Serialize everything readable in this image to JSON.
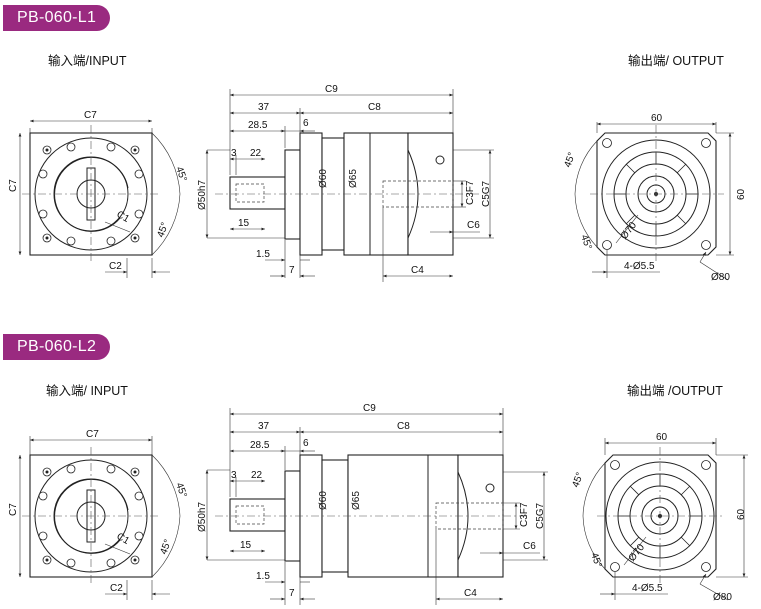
{
  "models": [
    {
      "title": "PB-060-L1",
      "input_caption": "输入端/INPUT",
      "output_caption": "输出端/ OUTPUT",
      "input_dims": {
        "c7_top": "C7",
        "c7_side": "C7",
        "c1": "C1",
        "c2": "C2",
        "angle_a": "45°",
        "angle_b": "45°"
      },
      "side_dims": {
        "c9": "C9",
        "d37": "37",
        "c8": "C8",
        "d28_5": "28.5",
        "d6": "6",
        "d3": "3",
        "d22": "22",
        "shaft_dia": "Ø50h7",
        "d15": "15",
        "bore": "Ø60",
        "body_dia": "Ø65",
        "c3": "C3F7",
        "c5": "C5G7",
        "c6": "C6",
        "d1_5": "1.5",
        "d7": "7",
        "c4": "C4"
      },
      "output_dims": {
        "d60_top": "60",
        "d60_side": "60",
        "angle_a": "45°",
        "angle_b": "45°",
        "d70": "Ø70",
        "holes": "4-Ø5.5",
        "d80": "Ø80"
      }
    },
    {
      "title": "PB-060-L2",
      "input_caption": "输入端/ INPUT",
      "output_caption": "输出端 /OUTPUT",
      "input_dims": {
        "c7_top": "C7",
        "c7_side": "C7",
        "c1": "C1",
        "c2": "C2",
        "angle_a": "45°",
        "angle_b": "45°"
      },
      "side_dims": {
        "c9": "C9",
        "d37": "37",
        "c8": "C8",
        "d28_5": "28.5",
        "d6": "6",
        "d3": "3",
        "d22": "22",
        "shaft_dia": "Ø50h7",
        "d15": "15",
        "bore": "Ø60",
        "body_dia": "Ø65",
        "c3": "C3F7",
        "c5": "C5G7",
        "c6": "C6",
        "d1_5": "1.5",
        "d7": "7",
        "c4": "C4"
      },
      "output_dims": {
        "d60_top": "60",
        "d60_side": "60",
        "angle_a": "45°",
        "angle_b": "45°",
        "d70": "Ø70",
        "holes": "4-Ø5.5",
        "d80": "Ø80"
      }
    }
  ]
}
